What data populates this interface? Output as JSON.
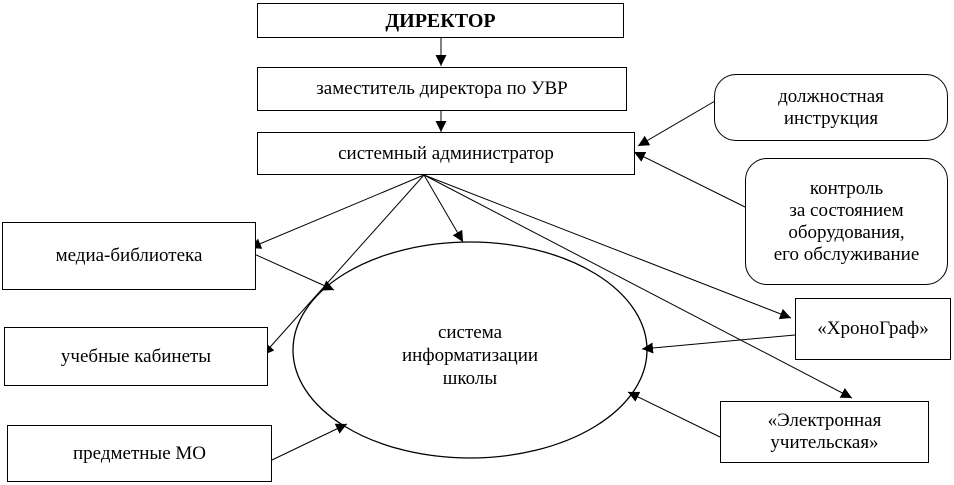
{
  "nodes": {
    "director": "ДИРЕКТОР",
    "deputy": "заместитель директора по УВР",
    "sysadmin": "системный администратор",
    "job_instruction": "должностная\nинструкция",
    "equipment_control": "контроль\nза состоянием\nоборудования,\nего обслуживание",
    "media_library": "медиа-библиотека",
    "classrooms": "учебные кабинеты",
    "subject_mo": "предметные МО",
    "informatization": "система\nинформатизации\nшколы",
    "chronograph": "«ХроноГраф»",
    "electronic_staffroom": "«Электронная\nучительская»"
  },
  "colors": {
    "stroke": "#000000",
    "fill": "#ffffff"
  }
}
